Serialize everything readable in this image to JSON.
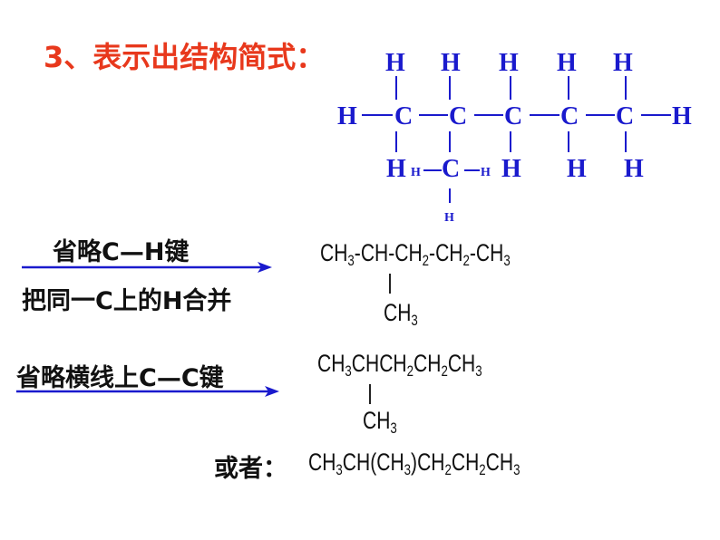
{
  "title": "3、表示出结构简式：",
  "structure": {
    "top_h": [
      "H",
      "H",
      "H",
      "H",
      "H"
    ],
    "main_chain": [
      "H",
      "C",
      "C",
      "C",
      "C",
      "C",
      "H"
    ],
    "bottom_h": [
      "H",
      "H",
      "H",
      "H"
    ],
    "branch_c": "C",
    "branch_small_h": [
      "H",
      "H",
      "H"
    ]
  },
  "steps": [
    {
      "label_above": "省略C—H键",
      "label_below": "把同一C上的H合并"
    },
    {
      "label_above": "省略横线上C—C键"
    }
  ],
  "formula1": {
    "main": [
      [
        "CH",
        "3"
      ],
      [
        "-CH-",
        ""
      ],
      [
        "CH",
        "2"
      ],
      [
        "-",
        ""
      ],
      [
        "CH",
        "2"
      ],
      [
        "-",
        ""
      ],
      [
        "CH",
        "3"
      ]
    ],
    "branch": [
      "CH",
      "3"
    ]
  },
  "formula2": {
    "main": [
      [
        "CH",
        "3"
      ],
      [
        "CHCH",
        "2"
      ],
      [
        "CH",
        "2"
      ],
      [
        "CH",
        "3"
      ]
    ],
    "branch": [
      "CH",
      "3"
    ]
  },
  "formula3": {
    "prefix": "或者：",
    "main": [
      [
        "CH",
        "3"
      ],
      [
        "CH(CH",
        "3"
      ],
      [
        ")CH",
        "2"
      ],
      [
        "CH",
        "2"
      ],
      [
        "CH",
        "3"
      ]
    ]
  },
  "colors": {
    "title": "#e8381c",
    "structure": "#1a1acd",
    "arrow": "#1a1acd"
  }
}
